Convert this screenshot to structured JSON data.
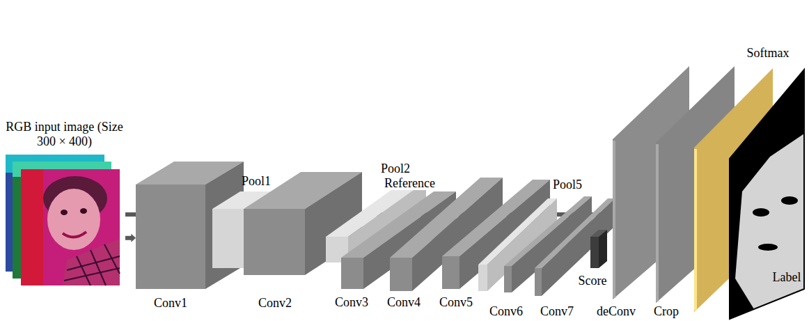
{
  "diagram": {
    "nodes": [
      {
        "text": [
          "RGB input image (Size 300 × 400)"
        ]
      },
      {
        "text": [
          "Conv1"
        ]
      },
      {
        "text": [
          "Pool1"
        ]
      },
      {
        "text": [
          "Conv2"
        ]
      },
      {
        "text": [
          "Pool2"
        ]
      },
      {
        "text": [
          "Conv3"
        ]
      },
      {
        "text": [
          "Conv4"
        ]
      },
      {
        "text": [
          "Conv5"
        ]
      },
      {
        "text": [
          "Pool5"
        ]
      },
      {
        "text": [
          "Conv6"
        ]
      },
      {
        "text": [
          "Conv7"
        ]
      },
      {
        "text": [
          "Score"
        ]
      },
      {
        "text": [
          "deConv"
        ]
      },
      {
        "text": [
          "Crop"
        ]
      },
      {
        "text": [
          "Softmax"
        ]
      },
      {
        "text": [
          "Label"
        ]
      }
    ],
    "edges": [
      {
        "from": 0,
        "to": 14,
        "arrow": "to",
        "label": "Reference"
      },
      {
        "from": 0,
        "to": 1,
        "arrow": "to"
      }
    ]
  }
}
